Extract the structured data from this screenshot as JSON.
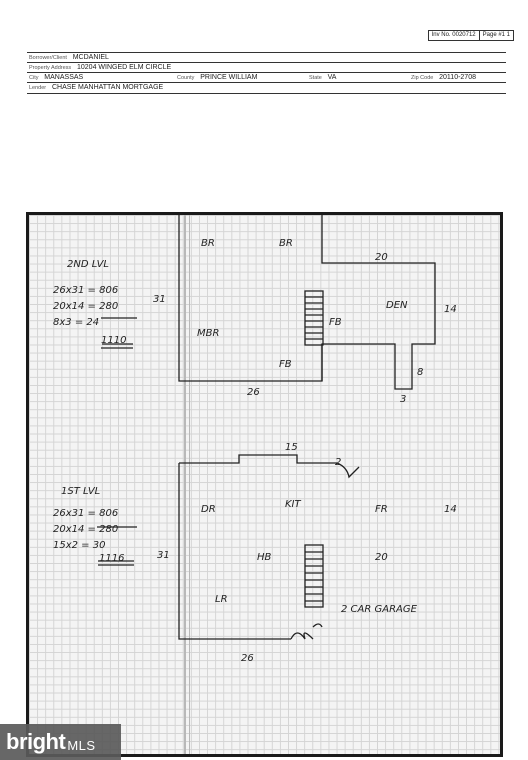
{
  "file_box": {
    "left": "Inv No. 0020712",
    "right": "Page #1 1"
  },
  "header": {
    "borrower_label": "Borrower/Client",
    "borrower": "MCDANIEL",
    "address_label": "Property Address",
    "address": "10204 WINGED ELM CIRCLE",
    "city_label": "City",
    "city": "MANASSAS",
    "county_label": "County",
    "county": "PRINCE WILLIAM",
    "state_label": "State",
    "state": "VA",
    "zip_label": "Zip Code",
    "zip": "20110-2708",
    "lender_label": "Lender",
    "lender": "CHASE MANHATTAN MORTGAGE"
  },
  "second_level": {
    "title": "2ND LVL",
    "calc": [
      "26x31 = 806",
      "20x14 = 280",
      "8x3 = 24"
    ],
    "total": "1110",
    "rooms": {
      "br1": "BR",
      "br2": "BR",
      "mbr": "MBR",
      "fb1": "FB",
      "fb2": "FB",
      "den": "DEN"
    },
    "dims": {
      "width_top": "20",
      "height_left": "31",
      "height_right": "14",
      "bump_height": "8",
      "bump_width": "3",
      "bottom": "26"
    }
  },
  "first_level": {
    "title": "1ST LVL",
    "calc": [
      "26x31 = 806",
      "20x14 = 280",
      "15x2 = 30"
    ],
    "total": "1116",
    "rooms": {
      "dr": "DR",
      "kit": "KIT",
      "fr": "FR",
      "hb": "HB",
      "lr": "LR",
      "garage": "2 CAR GARAGE"
    },
    "dims": {
      "top": "15",
      "bump": "2",
      "right": "14",
      "left": "31",
      "garage_top": "20",
      "bottom": "26"
    }
  },
  "watermark": {
    "brand": "bright",
    "suffix": "MLS"
  }
}
